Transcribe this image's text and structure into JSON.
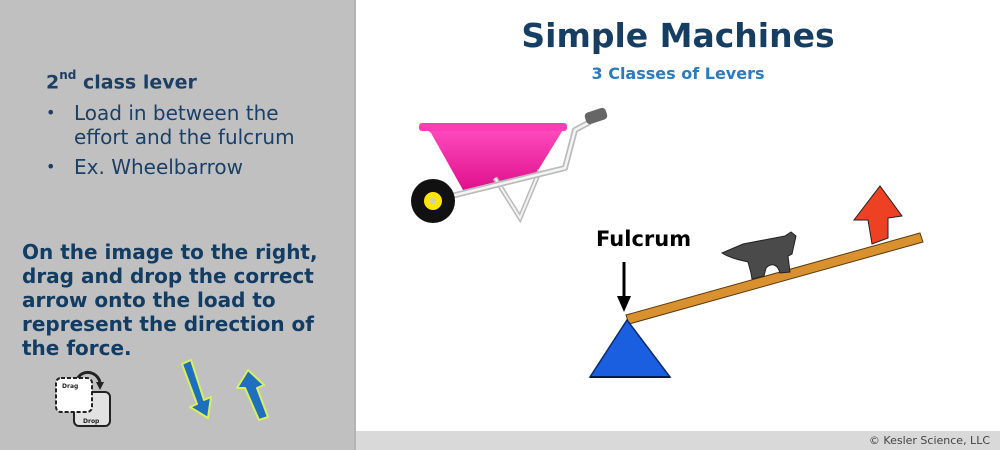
{
  "slide": {
    "title": "Simple Machines",
    "subtitle": "3 Classes of Levers"
  },
  "left_panel": {
    "heading_number": "2",
    "heading_superscript": "nd",
    "heading_rest": " class lever",
    "bullets": [
      {
        "marker": "•",
        "text": "Load in between the effort and the fulcrum"
      },
      {
        "marker": "•",
        "text": "Ex. Wheelbarrow"
      }
    ],
    "instructions": "On the image to the right, drag and drop the correct arrow onto the load to represent the direction of the force.",
    "drag_drop_icon": {
      "drag_label": "Drag",
      "drop_label": "Drop"
    },
    "draggable_arrows": [
      {
        "id": "arrow-down",
        "direction": "down",
        "color": "#1f6fc0",
        "outline": "#d8f05a"
      },
      {
        "id": "arrow-up",
        "direction": "up",
        "color": "#1f6fc0",
        "outline": "#d8f05a"
      }
    ]
  },
  "diagram": {
    "wheelbarrow": {
      "bucket_color": "#ee1c9a",
      "wheel_color": "#111111",
      "hub_color": "#ffe600"
    },
    "fulcrum_label": "Fulcrum",
    "fulcrum_color": "#1a5fe0",
    "lever_color": "#d8912e",
    "anvil_color": "#4a4a4a",
    "effort_arrow_color": "#ee4123"
  },
  "footer": {
    "copyright": "© Kesler Science, LLC"
  },
  "colors": {
    "left_panel_bg": "#c0c0c0",
    "heading_text": "#1c3f66",
    "title_text": "#163e63",
    "subtitle_text": "#2a7bc0",
    "footer_bg": "#d9d9d9"
  }
}
